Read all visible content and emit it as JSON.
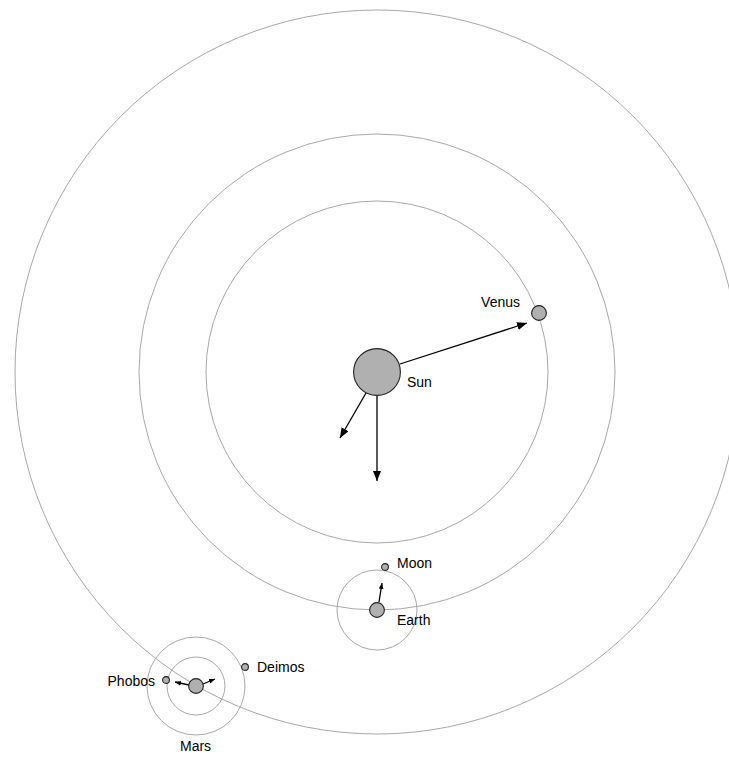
{
  "diagram": {
    "nodes": [
      {
        "text": [
          "Venus"
        ]
      },
      {
        "text": [
          "Sun"
        ]
      },
      {
        "text": [
          "Moon"
        ]
      },
      {
        "text": [
          "Earth"
        ]
      },
      {
        "text": [
          "Deimos"
        ]
      },
      {
        "text": [
          "Phobos"
        ]
      },
      {
        "text": [
          "Mars"
        ]
      }
    ]
  }
}
